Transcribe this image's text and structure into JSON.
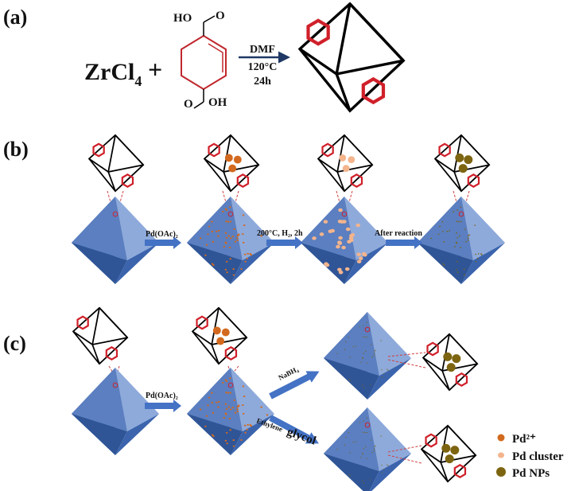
{
  "panels": {
    "a": {
      "label": "(a)",
      "reactant1": "ZrCl",
      "reactant1_sub": "4",
      "plus": "+",
      "linker_top": "HO",
      "linker_top_o": "O",
      "linker_bottom_o": "O",
      "linker_bottom": "OH",
      "conditions": [
        "DMF",
        "120°C",
        "24h"
      ]
    },
    "b": {
      "label": "(b)",
      "steps": [
        "Pd(OAc)₂",
        "200°C, H₂, 2h",
        "After reaction"
      ]
    },
    "c": {
      "label": "(c)",
      "step1": "Pd(OAc)₂",
      "upper": "NaBH₄",
      "lower1": "Ethylene",
      "lower2": "glycol"
    }
  },
  "legend": [
    {
      "label": "Pd²⁺",
      "color": "#d2691e"
    },
    {
      "label": "Pd cluster",
      "color": "#f4b48c"
    },
    {
      "label": "Pd NPs",
      "color": "#7d6410"
    }
  ],
  "colors": {
    "crystal_light": "#8eaadb",
    "crystal_dark": "#2f5597",
    "ring": "#d0202a",
    "arrow": "#4472c4"
  }
}
